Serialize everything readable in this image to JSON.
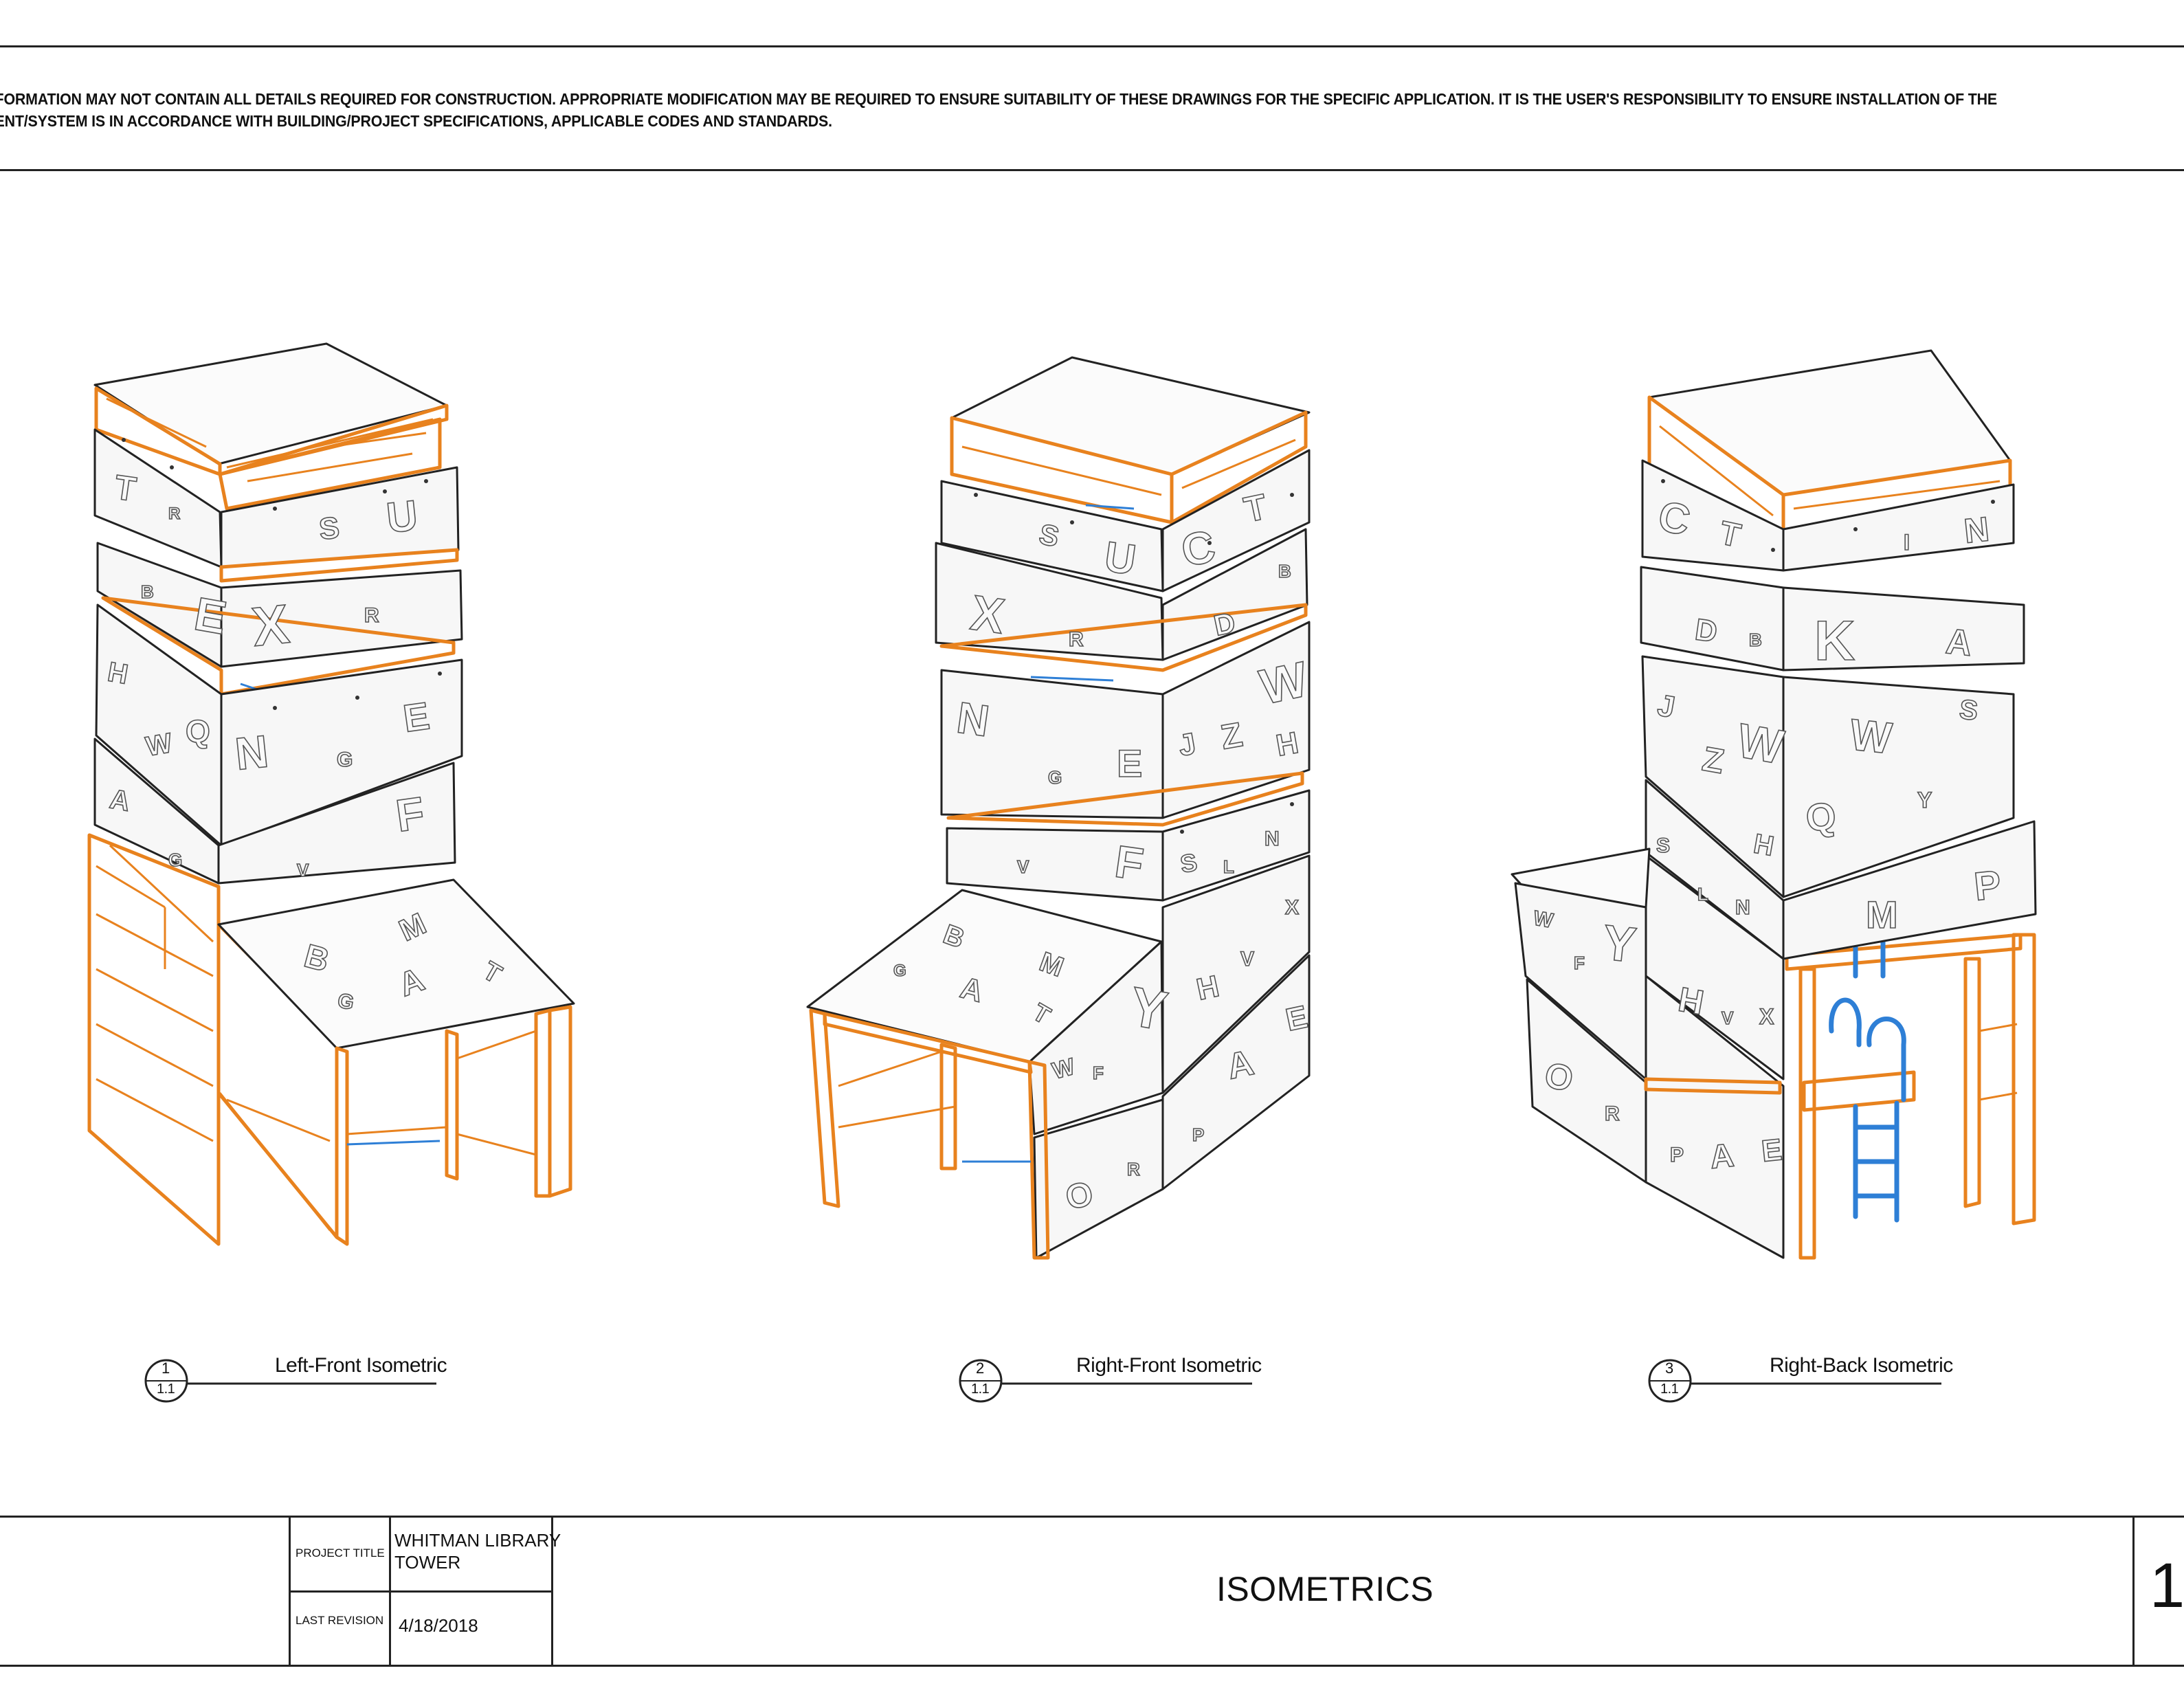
{
  "disclaimer": {
    "line1": "FORMATION MAY NOT CONTAIN ALL DETAILS REQUIRED FOR CONSTRUCTION.  APPROPRIATE MODIFICATION MAY BE REQUIRED TO ENSURE SUITABILITY OF THESE DRAWINGS FOR THE SPECIFIC APPLICATION.  IT IS THE USER'S RESPONSIBILITY TO ENSURE INSTALLATION OF THE",
    "line2": "ENT/SYSTEM IS IN ACCORDANCE WITH BUILDING/PROJECT SPECIFICATIONS, APPLICABLE CODES AND STANDARDS."
  },
  "views": [
    {
      "number": "1",
      "sheet": "1.1",
      "title": "Left-Front Isometric"
    },
    {
      "number": "2",
      "sheet": "1.1",
      "title": "Right-Front Isometric"
    },
    {
      "number": "3",
      "sheet": "1.1",
      "title": "Right-Back Isometric"
    }
  ],
  "title_block": {
    "project_title_label": "PROJECT TITLE",
    "project_title_line1": "WHITMAN LIBRARY",
    "project_title_line2": "TOWER",
    "last_revision_label": "LAST REVISION",
    "last_revision_value": "4/18/2018",
    "sheet_title": "ISOMETRICS",
    "sheet_number": "1"
  },
  "colors": {
    "line": "#222222",
    "frame": "#e8821e",
    "ladder": "#2e7fd6",
    "panel": "#f7f7f7"
  }
}
